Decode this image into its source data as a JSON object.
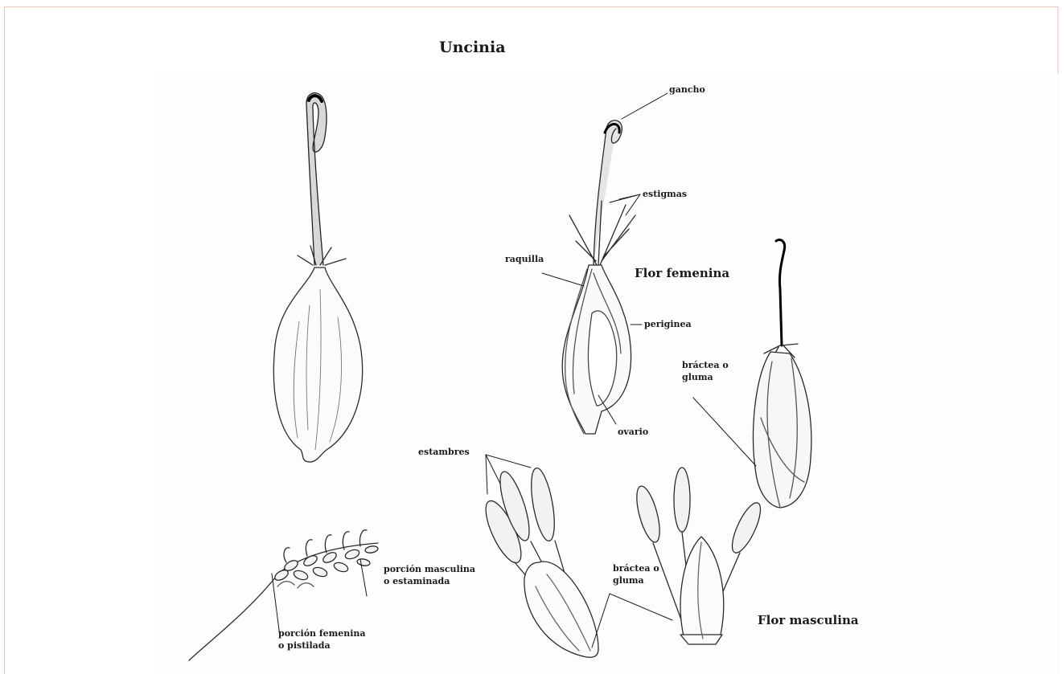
{
  "figure": {
    "title": "Uncinia",
    "labels": {
      "gancho": "gancho",
      "estigmas": "estigmas",
      "raquilla": "raquilla",
      "flor_femenina": "Flor femenina",
      "periginea": "periginea",
      "bractea_right": [
        "bráctea o",
        "gluma"
      ],
      "ovario": "ovario",
      "estambres": "estambres",
      "porcion_masculina": [
        "porción masculina",
        "o estaminada"
      ],
      "bractea_bottom": [
        "bráctea o",
        "gluma"
      ],
      "porcion_femenina": [
        "porción femenina",
        "o pistilada"
      ],
      "flor_masculina": "Flor masculina"
    }
  }
}
